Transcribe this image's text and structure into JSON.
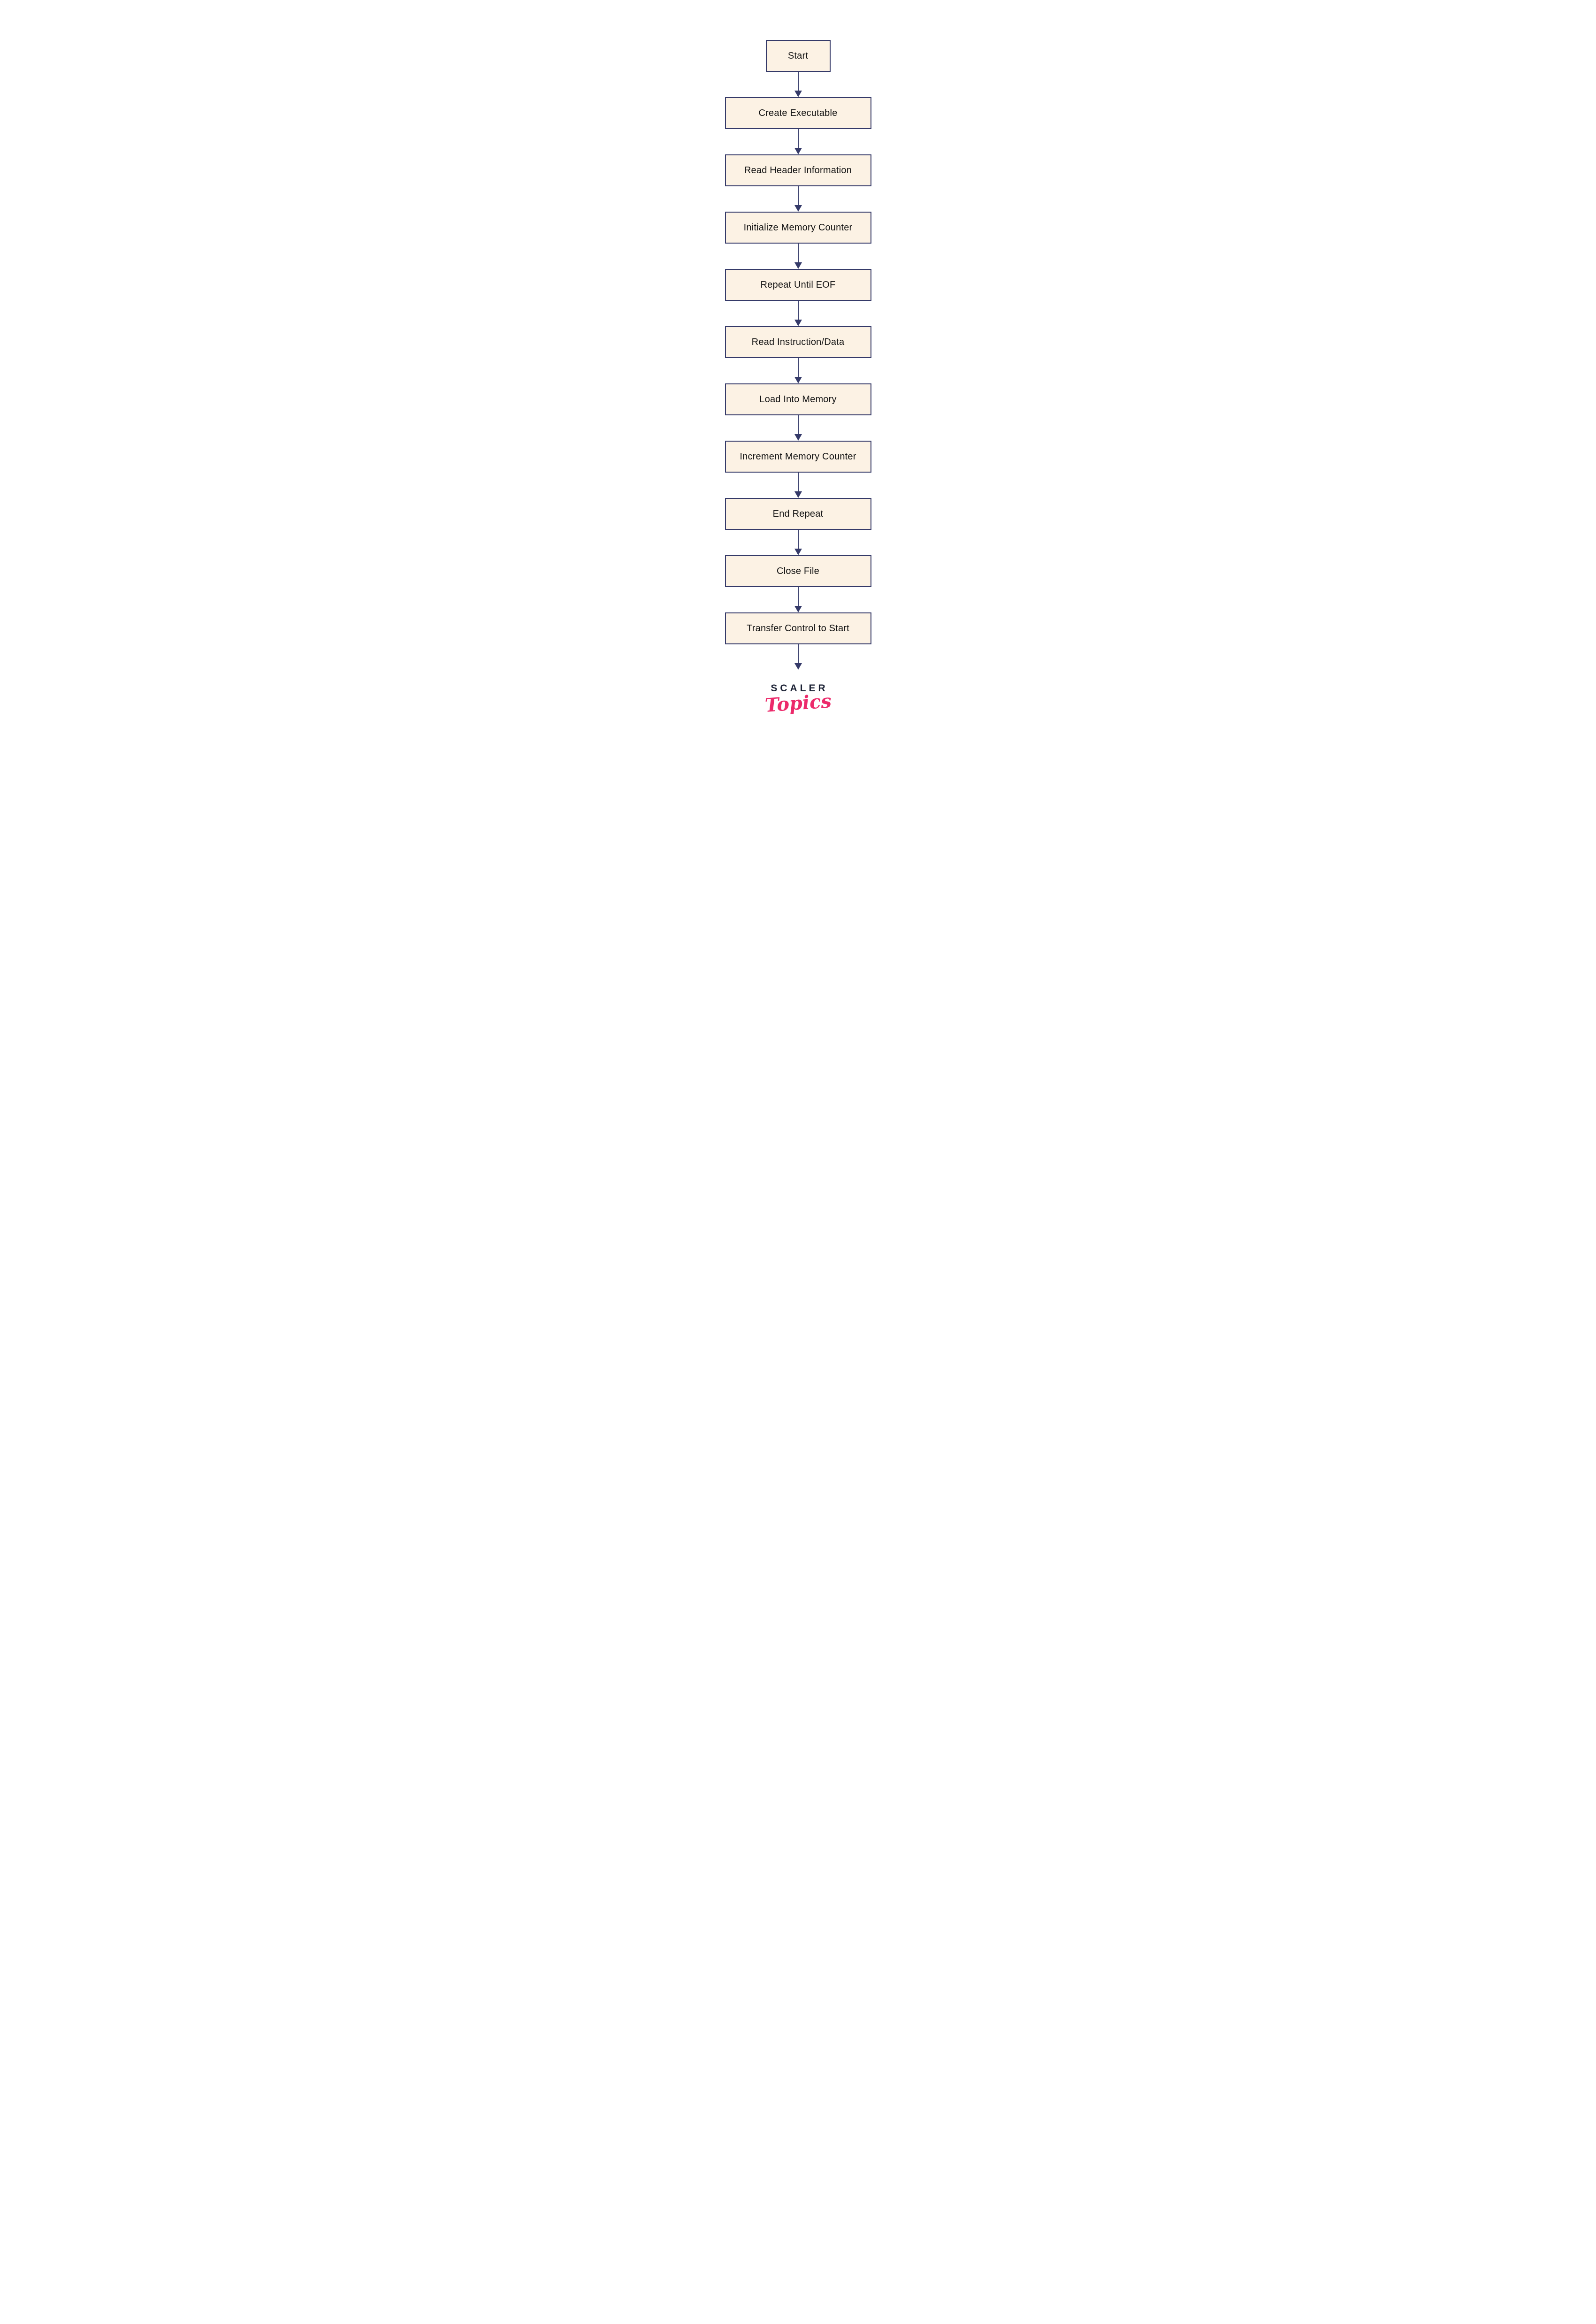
{
  "diagram": {
    "type": "flowchart",
    "direction": "top-down",
    "nodes": [
      {
        "id": "start",
        "label": "Start"
      },
      {
        "id": "create-executable",
        "label": "Create Executable"
      },
      {
        "id": "read-header-information",
        "label": "Read Header Information"
      },
      {
        "id": "initialize-memory-counter",
        "label": "Initialize Memory Counter"
      },
      {
        "id": "repeat-until-eof",
        "label": "Repeat Until EOF"
      },
      {
        "id": "read-instruction-data",
        "label": "Read Instruction/Data"
      },
      {
        "id": "load-into-memory",
        "label": "Load Into Memory"
      },
      {
        "id": "increment-memory-counter",
        "label": "Increment Memory Counter"
      },
      {
        "id": "end-repeat",
        "label": "End Repeat"
      },
      {
        "id": "close-file",
        "label": "Close File"
      },
      {
        "id": "transfer-control-to-start",
        "label": "Transfer Control to Start"
      }
    ],
    "connections": [
      "start -> create-executable",
      "create-executable -> read-header-information",
      "read-header-information -> initialize-memory-counter",
      "initialize-memory-counter -> repeat-until-eof",
      "repeat-until-eof -> read-instruction-data",
      "read-instruction-data -> load-into-memory",
      "load-into-memory -> increment-memory-counter",
      "increment-memory-counter -> end-repeat",
      "end-repeat -> close-file",
      "close-file -> transfer-control-to-start",
      "transfer-control-to-start -> (exit)"
    ]
  },
  "colors": {
    "node_fill": "#FCF2E4",
    "node_border": "#353A69",
    "arrow": "#353A69",
    "node_text": "#111111",
    "logo_brand": "#1B2134",
    "logo_sub": "#EC2A6B",
    "background": "#FFFFFF"
  },
  "logo": {
    "brand": "SCALER",
    "sub": "Topics"
  }
}
